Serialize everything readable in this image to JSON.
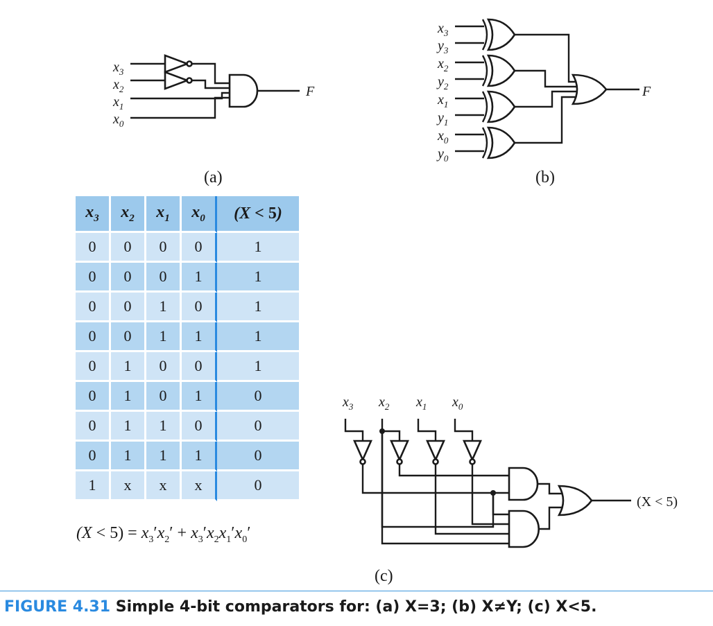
{
  "panel_a": {
    "label": "(a)",
    "inputs": [
      "x3",
      "x2",
      "x1",
      "x0"
    ],
    "output": "F"
  },
  "panel_b": {
    "label": "(b)",
    "inputs": [
      "x3",
      "y3",
      "x2",
      "y2",
      "x1",
      "y1",
      "x0",
      "y0"
    ],
    "output": "F"
  },
  "panel_c": {
    "label": "(c)",
    "inputs": [
      "x3",
      "x2",
      "x1",
      "x0"
    ],
    "output": "(X < 5)"
  },
  "truth_table": {
    "headers": [
      "x3",
      "x2",
      "x1",
      "x0",
      "(X < 5)"
    ],
    "rows": [
      [
        "0",
        "0",
        "0",
        "0",
        "1"
      ],
      [
        "0",
        "0",
        "0",
        "1",
        "1"
      ],
      [
        "0",
        "0",
        "1",
        "0",
        "1"
      ],
      [
        "0",
        "0",
        "1",
        "1",
        "1"
      ],
      [
        "0",
        "1",
        "0",
        "0",
        "1"
      ],
      [
        "0",
        "1",
        "0",
        "1",
        "0"
      ],
      [
        "0",
        "1",
        "1",
        "0",
        "0"
      ],
      [
        "0",
        "1",
        "1",
        "1",
        "0"
      ],
      [
        "1",
        "x",
        "x",
        "x",
        "0"
      ]
    ]
  },
  "equation": "(X < 5) = x3′x2′ + x3′x2x1′x0′",
  "caption": {
    "figure_number": "FIGURE 4.31",
    "text": "Simple 4-bit comparators for: (a) X=3; (b) X≠Y; (c) X<5."
  },
  "colors": {
    "accent": "#2a8ae0",
    "table_header": "#9cc9ec",
    "table_row_light": "#cfe4f6",
    "table_row_dark": "#b3d6f1"
  }
}
